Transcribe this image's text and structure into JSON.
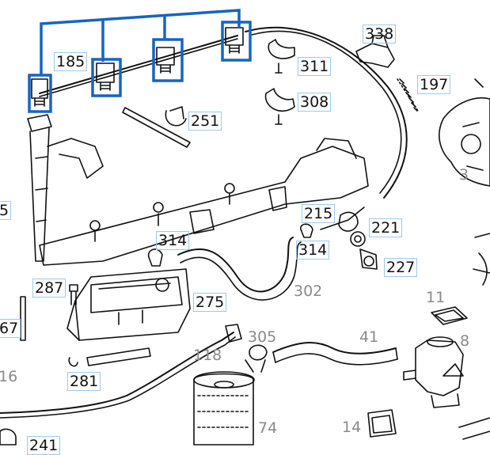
{
  "diagram": {
    "highlight_color": "#1565c0",
    "callout_border_color": "#9ec9ea",
    "labels": {
      "p185": "185",
      "p338": "338",
      "p311": "311",
      "p197": "197",
      "p308": "308",
      "p251": "251",
      "p3": "3",
      "p5": "5",
      "p215": "215",
      "p221": "221",
      "p314a": "314",
      "p314b": "314",
      "p227": "227",
      "p287": "287",
      "p302": "302",
      "p275": "275",
      "p11": "11",
      "p67": "67",
      "p305": "305",
      "p41": "41",
      "p8": "8",
      "p118": "118",
      "p16": "16",
      "p281": "281",
      "p74": "74",
      "p14": "14",
      "p241": "241"
    }
  }
}
